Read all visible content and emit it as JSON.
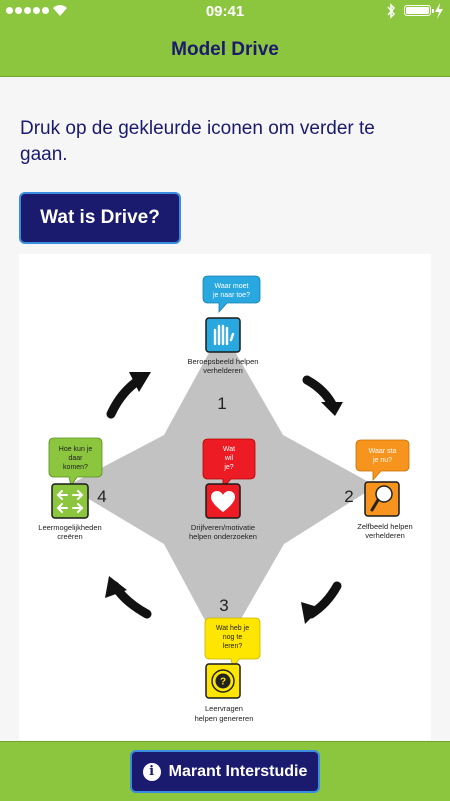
{
  "status": {
    "time": "09:41"
  },
  "header": {
    "title": "Model Drive"
  },
  "instruction": "Druk op de gekleurde iconen om verder te gaan.",
  "drive_button": {
    "label": "Wat is Drive?"
  },
  "diagram": {
    "numbers": [
      "1",
      "2",
      "3",
      "4"
    ],
    "top": {
      "bubble": [
        "Waar moet",
        "je naar toe?"
      ],
      "caption": [
        "Beroepsbeeld helpen",
        "verhelderen"
      ],
      "color": "#29a8e0"
    },
    "right": {
      "bubble": [
        "Waar sta",
        "je nu?"
      ],
      "caption": [
        "Zelfbeeld helpen",
        "verhelderen"
      ],
      "color": "#f7941d"
    },
    "bottom": {
      "bubble": [
        "Wat heb je",
        "nog te",
        "leren?"
      ],
      "caption": [
        "Leervragen",
        "helpen genereren"
      ],
      "color": "#ffe600"
    },
    "left": {
      "bubble": [
        "Hoe kun je",
        "daar",
        "komen?"
      ],
      "caption": [
        "Leermogelijkheden",
        "creëren"
      ],
      "color": "#8cc63f"
    },
    "center": {
      "bubble": [
        "Wat",
        "wil",
        "je?"
      ],
      "caption": [
        "Drijfveren/motivatie",
        "helpen onderzoeken"
      ],
      "color": "#ed1c24"
    }
  },
  "footer": {
    "button_label": "Marant Interstudie"
  },
  "colors": {
    "accent": "#8cc63f",
    "navy": "#1a1a6e",
    "border_blue": "#3a8ce0"
  }
}
